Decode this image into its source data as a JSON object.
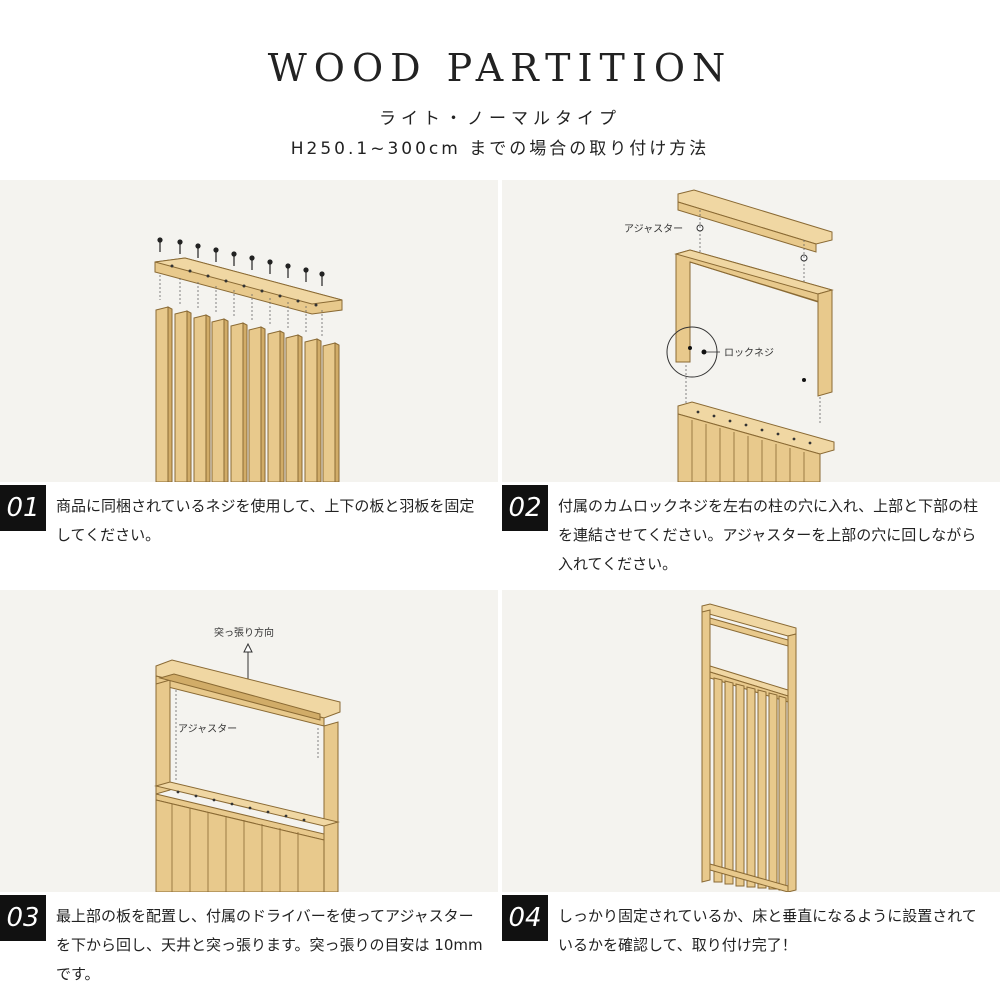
{
  "header": {
    "title": "WOOD PARTITION",
    "subtitle": "ライト・ノーマルタイプ",
    "subtitle2": "H250.1~300cm までの場合の取り付け方法"
  },
  "steps": [
    {
      "number": "01",
      "text": "商品に同梱されているネジを使用して、上下の板と羽板を固定してください。"
    },
    {
      "number": "02",
      "text": "付属のカムロックネジを左右の柱の穴に入れ、上部と下部の柱を連結させてください。アジャスターを上部の穴に回しながら入れてください。",
      "labels": {
        "adjuster": "アジャスター",
        "lock_screw": "ロックネジ"
      }
    },
    {
      "number": "03",
      "text": "最上部の板を配置し、付属のドライバーを使ってアジャスターを下から回し、天井と突っ張ります。突っ張りの目安は 10mm です。",
      "labels": {
        "direction": "突っ張り方向",
        "adjuster": "アジャスター"
      }
    },
    {
      "number": "04",
      "text": "しっかり固定されているか、床と垂直になるように設置されているかを確認して、取り付け完了！"
    }
  ],
  "colors": {
    "wood": "#e8c98c",
    "wood_edge": "#a8823f",
    "panel_bg": "#f4f3ef",
    "badge": "#111111"
  }
}
